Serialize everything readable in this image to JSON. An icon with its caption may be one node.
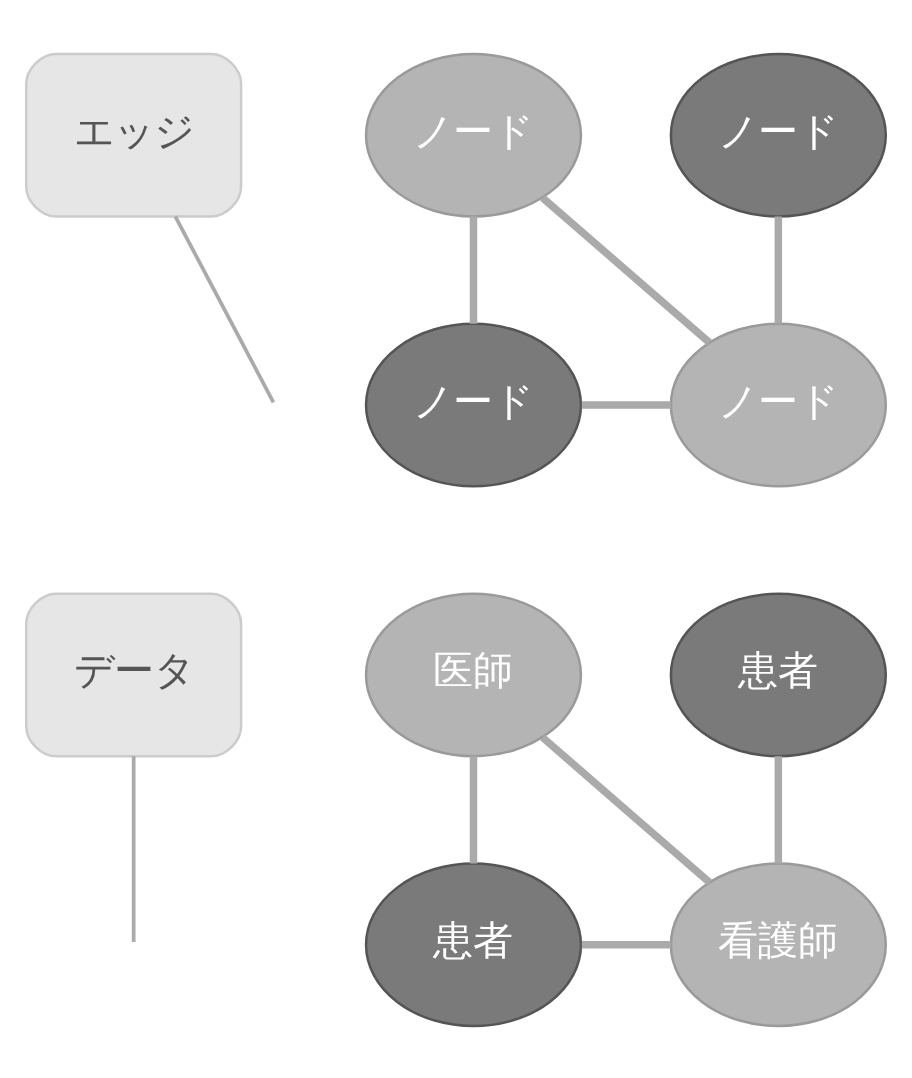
{
  "diagram": {
    "nodes": [
      {
        "text": [
          "エッジ"
        ]
      },
      {
        "text": [
          "ノード"
        ]
      },
      {
        "text": [
          "ノード"
        ]
      },
      {
        "text": [
          "ノード"
        ]
      },
      {
        "text": [
          "ノード"
        ]
      },
      {
        "text": [
          "データ"
        ]
      },
      {
        "text": [
          "医師"
        ]
      },
      {
        "text": [
          "患者"
        ]
      },
      {
        "text": [
          "患者"
        ]
      },
      {
        "text": [
          "看護師"
        ]
      }
    ],
    "edges": [
      {
        "from": 0,
        "to": null,
        "arrow": "none"
      },
      {
        "from": 1,
        "to": 3,
        "arrow": "none"
      },
      {
        "from": 1,
        "to": 4,
        "arrow": "none"
      },
      {
        "from": 2,
        "to": 4,
        "arrow": "none"
      },
      {
        "from": 3,
        "to": 4,
        "arrow": "none"
      },
      {
        "from": 5,
        "to": null,
        "arrow": "none"
      },
      {
        "from": 6,
        "to": 8,
        "arrow": "none"
      },
      {
        "from": 6,
        "to": 9,
        "arrow": "none"
      },
      {
        "from": 7,
        "to": 9,
        "arrow": "none"
      },
      {
        "from": 8,
        "to": 9,
        "arrow": "none"
      }
    ]
  }
}
